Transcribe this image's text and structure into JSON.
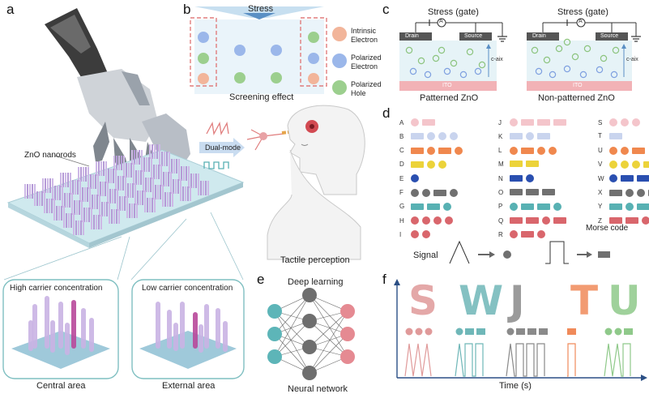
{
  "panels": {
    "a": "a",
    "b": "b",
    "c": "c",
    "d": "d",
    "e": "e",
    "f": "f"
  },
  "panel_a": {
    "nanorods_label": "ZnO nanorods",
    "high_label": "High carrier concentration",
    "low_label": "Low carrier concentration",
    "central_label": "Central area",
    "external_label": "External area"
  },
  "panel_b": {
    "stress_label": "Stress",
    "screening_label": "Screening effect",
    "legend": [
      "Intrinsic Electron",
      "Polarized Electron",
      "Polarized Hole"
    ],
    "dual_mode_label": "Dual-mode",
    "tactile_label": "Tactile perception"
  },
  "panel_c": {
    "gate_label_left": "Stress (gate)",
    "gate_label_right": "Stress (gate)",
    "drain": "Drain",
    "source": "Source",
    "ito": "ITO",
    "axis": "c-aix",
    "ammeter": "A",
    "patterned": "Patterned ZnO",
    "nonpatterned": "Non-patterned ZnO"
  },
  "panel_d": {
    "signal_label": "Signal",
    "morse_label": "Morse code",
    "colors": {
      "pink": "#f4c5cb",
      "lavender": "#c9d4ee",
      "orange": "#f0884e",
      "yellow": "#ecd33a",
      "blue": "#2a4fb0",
      "gray": "#707070",
      "teal": "#58b1b3",
      "red": "#d9666c"
    },
    "columns": [
      [
        {
          "letter": "A",
          "code": ".-",
          "color": "pink"
        },
        {
          "letter": "B",
          "code": "-...",
          "color": "lavender"
        },
        {
          "letter": "C",
          "code": "-.-.",
          "color": "orange"
        },
        {
          "letter": "D",
          "code": "-..",
          "color": "yellow"
        },
        {
          "letter": "E",
          "code": ".",
          "color": "blue"
        },
        {
          "letter": "F",
          "code": "..-.",
          "color": "gray"
        },
        {
          "letter": "G",
          "code": "--.",
          "color": "teal"
        },
        {
          "letter": "H",
          "code": "....",
          "color": "red"
        },
        {
          "letter": "I",
          "code": "..",
          "color": "red"
        }
      ],
      [
        {
          "letter": "J",
          "code": ".---",
          "color": "pink"
        },
        {
          "letter": "K",
          "code": "-.-",
          "color": "lavender"
        },
        {
          "letter": "L",
          "code": ".-..",
          "color": "orange"
        },
        {
          "letter": "M",
          "code": "--",
          "color": "yellow"
        },
        {
          "letter": "N",
          "code": "-.",
          "color": "blue"
        },
        {
          "letter": "O",
          "code": "---",
          "color": "gray"
        },
        {
          "letter": "P",
          "code": ".--.",
          "color": "teal"
        },
        {
          "letter": "Q",
          "code": "--.-",
          "color": "red"
        },
        {
          "letter": "R",
          "code": ".-.",
          "color": "red"
        }
      ],
      [
        {
          "letter": "S",
          "code": "...",
          "color": "pink"
        },
        {
          "letter": "T",
          "code": "-",
          "color": "lavender"
        },
        {
          "letter": "U",
          "code": "..-",
          "color": "orange"
        },
        {
          "letter": "V",
          "code": "...-",
          "color": "yellow"
        },
        {
          "letter": "W",
          "code": ".--",
          "color": "blue"
        },
        {
          "letter": "X",
          "code": "-..-",
          "color": "gray"
        },
        {
          "letter": "Y",
          "code": "-.--",
          "color": "teal"
        },
        {
          "letter": "Z",
          "code": "--..",
          "color": "red"
        }
      ]
    ]
  },
  "panel_e": {
    "top_label": "Deep learning",
    "bottom_label": "Neural network"
  },
  "panel_f": {
    "xlabel": "Time (s)",
    "letters": [
      {
        "char": "S",
        "code": "...",
        "color": "#e09a9a"
      },
      {
        "char": "W",
        "code": ".--",
        "color": "#6fb7b8"
      },
      {
        "char": "J",
        "code": ".---",
        "color": "#8a8a8a"
      },
      {
        "char": "T",
        "code": "-",
        "color": "#f08a5a"
      },
      {
        "char": "U",
        "code": "..-",
        "color": "#8fc98a"
      }
    ]
  }
}
